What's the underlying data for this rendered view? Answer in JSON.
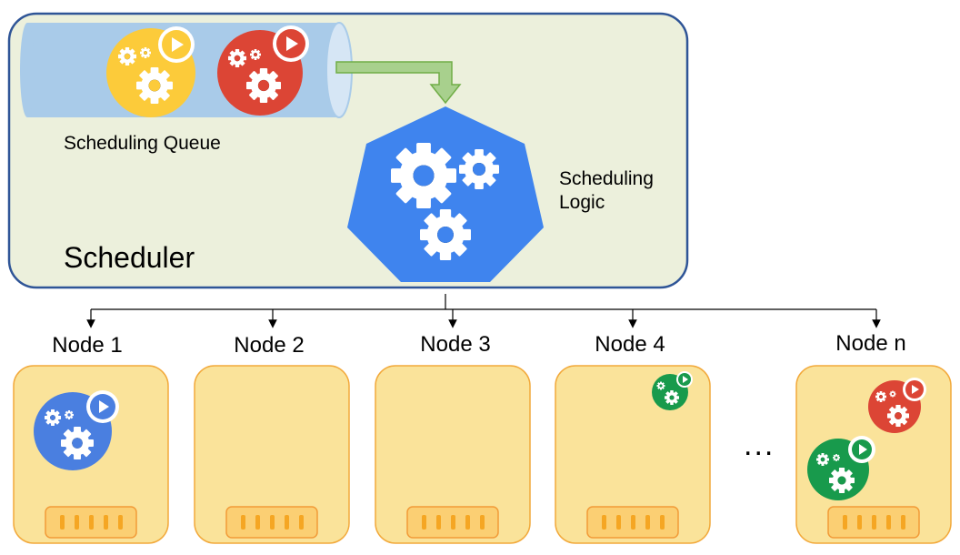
{
  "scheduler": {
    "title": "Scheduler",
    "queue_label": "Scheduling Queue",
    "logic_label_line1": "Scheduling",
    "logic_label_line2": "Logic"
  },
  "nodes": [
    {
      "label": "Node 1"
    },
    {
      "label": "Node 2"
    },
    {
      "label": "Node 3"
    },
    {
      "label": "Node 4"
    },
    {
      "label": "Node n"
    }
  ],
  "ellipsis": "...",
  "colors": {
    "scheduler_bg": "#ecf0dc",
    "scheduler_border": "#2f5597",
    "queue_tube": "#a9cbe9",
    "node_bg": "#fae39a",
    "node_border": "#f2a93b",
    "logic_heptagon": "#3f84ee",
    "pod_yellow": "#fccb3a",
    "pod_red": "#dc4535",
    "pod_blue": "#4a7fe0",
    "pod_green": "#189a4c",
    "arrow_green": "#a8d08d"
  },
  "icons": [
    "gear-icon",
    "play-icon",
    "pod-icon",
    "ram-chip-icon"
  ]
}
